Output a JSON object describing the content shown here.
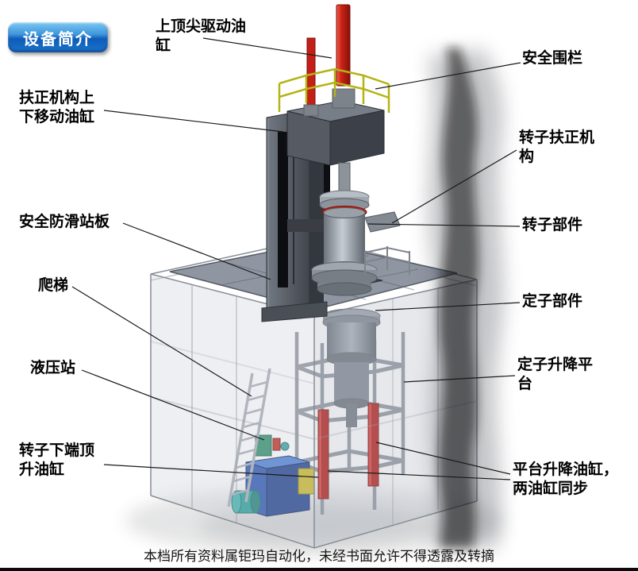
{
  "badge": {
    "label": "设备简介"
  },
  "labels": [
    {
      "id": "top-center-drive-cylinder",
      "text": "上顶尖驱动油缸"
    },
    {
      "id": "safety-fence",
      "text": "安全围栏"
    },
    {
      "id": "centering-updown-cylinder",
      "text": "扶正机构上下移动油缸"
    },
    {
      "id": "rotor-centering-mechanism",
      "text": "转子扶正机构"
    },
    {
      "id": "anti-slip-platform",
      "text": "安全防滑站板"
    },
    {
      "id": "rotor-component",
      "text": "转子部件"
    },
    {
      "id": "ladder",
      "text": "爬梯"
    },
    {
      "id": "stator-component",
      "text": "定子部件"
    },
    {
      "id": "hydraulic-station",
      "text": "液压站"
    },
    {
      "id": "stator-lifting-platform",
      "text": "定子升降平台"
    },
    {
      "id": "rotor-bottom-jacking-cylinder",
      "text": "转子下端顶升油缸"
    },
    {
      "id": "platform-lifting-cylinders",
      "text": "平台升降油缸，两油缸同步"
    }
  ],
  "footer": {
    "text": "本档所有资料属钜玛自动化，未经书面允许不得透露及转摘"
  },
  "colors": {
    "badge_blue": "#1a74cc",
    "cylinder_red": "#c01c14",
    "railing_yellow": "#b4b414",
    "hydraulic_tank_blue": "#2a55b0",
    "pump_teal": "#28a09a",
    "platform_gray": "#8f96a2"
  }
}
